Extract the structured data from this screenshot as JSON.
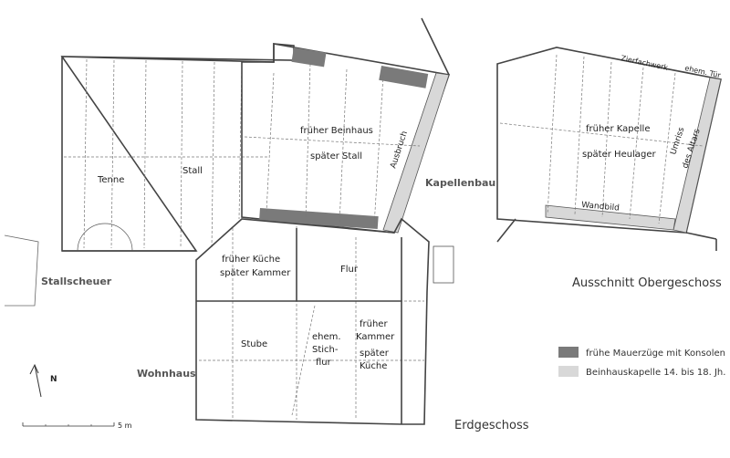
{
  "colors": {
    "early_walls": "#7a7a7a",
    "chapel": "#d8d8d8"
  },
  "ground_floor": {
    "title": "Erdgeschoss",
    "rooms": {
      "tenne": "Tenne",
      "stall": "Stall",
      "beinhaus_1": "früher Beinhaus",
      "beinhaus_2": "später Stall",
      "ausbruch": "Ausbruch",
      "kueche_1": "früher Küche",
      "kueche_2": "später Kammer",
      "flur": "Flur",
      "stube": "Stube",
      "stichflur_1": "ehem.",
      "stichflur_2": "Stich-",
      "stichflur_3": "flur",
      "kammer_1": "früher",
      "kammer_2": "Kammer",
      "kammer_3": "später",
      "kammer_4": "Küche"
    },
    "buildings": {
      "stallscheuer": "Stallscheuer",
      "kapellenbau": "Kapellenbau",
      "wohnhaus": "Wohnhaus"
    }
  },
  "upper_floor": {
    "title": "Ausschnitt Obergeschoss",
    "labels": {
      "zierfachwerk": "Zierfachwerk",
      "tuer": "ehem. Tür",
      "kapelle_1": "früher Kapelle",
      "kapelle_2": "später Heulager",
      "altar_1": "Umriss",
      "altar_2": "des Altars",
      "wandbild": "Wandbild"
    }
  },
  "legend": [
    {
      "label": "frühe Mauerzüge mit Konsolen",
      "color": "#7a7a7a"
    },
    {
      "label": "Beinhauskapelle 14. bis 18. Jh.",
      "color": "#d8d8d8"
    }
  ],
  "north": "N",
  "scale": "5 m"
}
